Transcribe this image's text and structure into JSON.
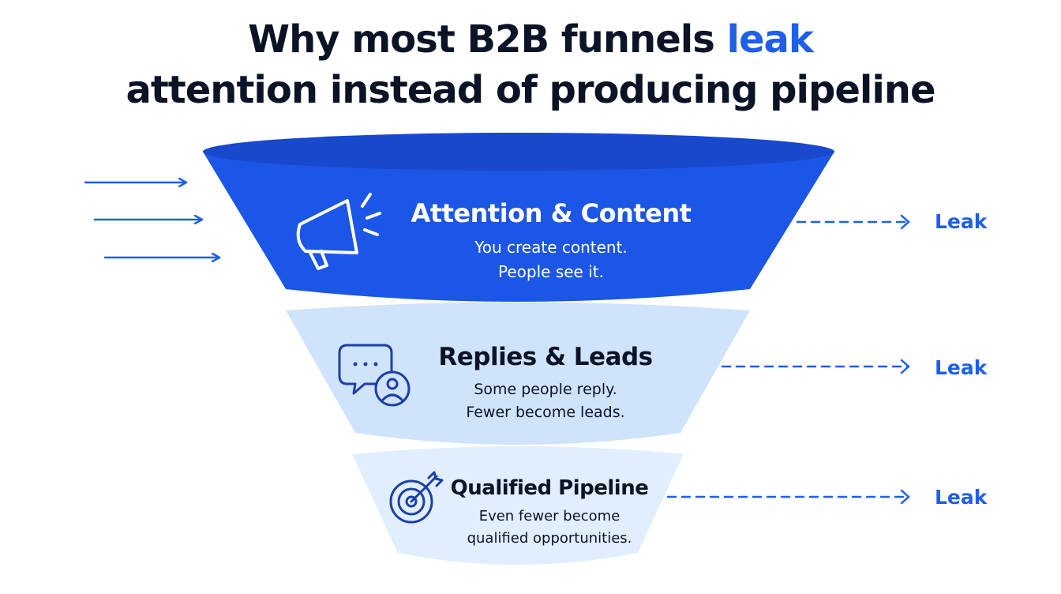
{
  "title": {
    "line1_before": "Why most B2B funnels ",
    "line1_accent": "leak",
    "line2": "attention instead of producing pipeline"
  },
  "stages": [
    {
      "title": "Attention & Content",
      "desc_line1": "You create content.",
      "desc_line2": "People see it.",
      "icon": "megaphone-icon"
    },
    {
      "title": "Replies & Leads",
      "desc_line1": "Some  people reply.",
      "desc_line2": "Fewer become leads.",
      "icon": "chat-user-icon"
    },
    {
      "title": "Qualified Pipeline",
      "desc_line1": "Even fewer become",
      "desc_line2": "qualified opportunities.",
      "icon": "target-arrow-icon"
    }
  ],
  "leaks": [
    {
      "label": "Leak"
    },
    {
      "label": "Leak"
    },
    {
      "label": "Leak"
    }
  ],
  "colors": {
    "accent": "#1f5fe8",
    "stage1_fill": "#1c56e6",
    "stage2_fill": "#cfe3fb",
    "stage3_fill": "#e1eefd",
    "text_dark": "#0b1326",
    "icon_dark": "#1d3fa8"
  }
}
